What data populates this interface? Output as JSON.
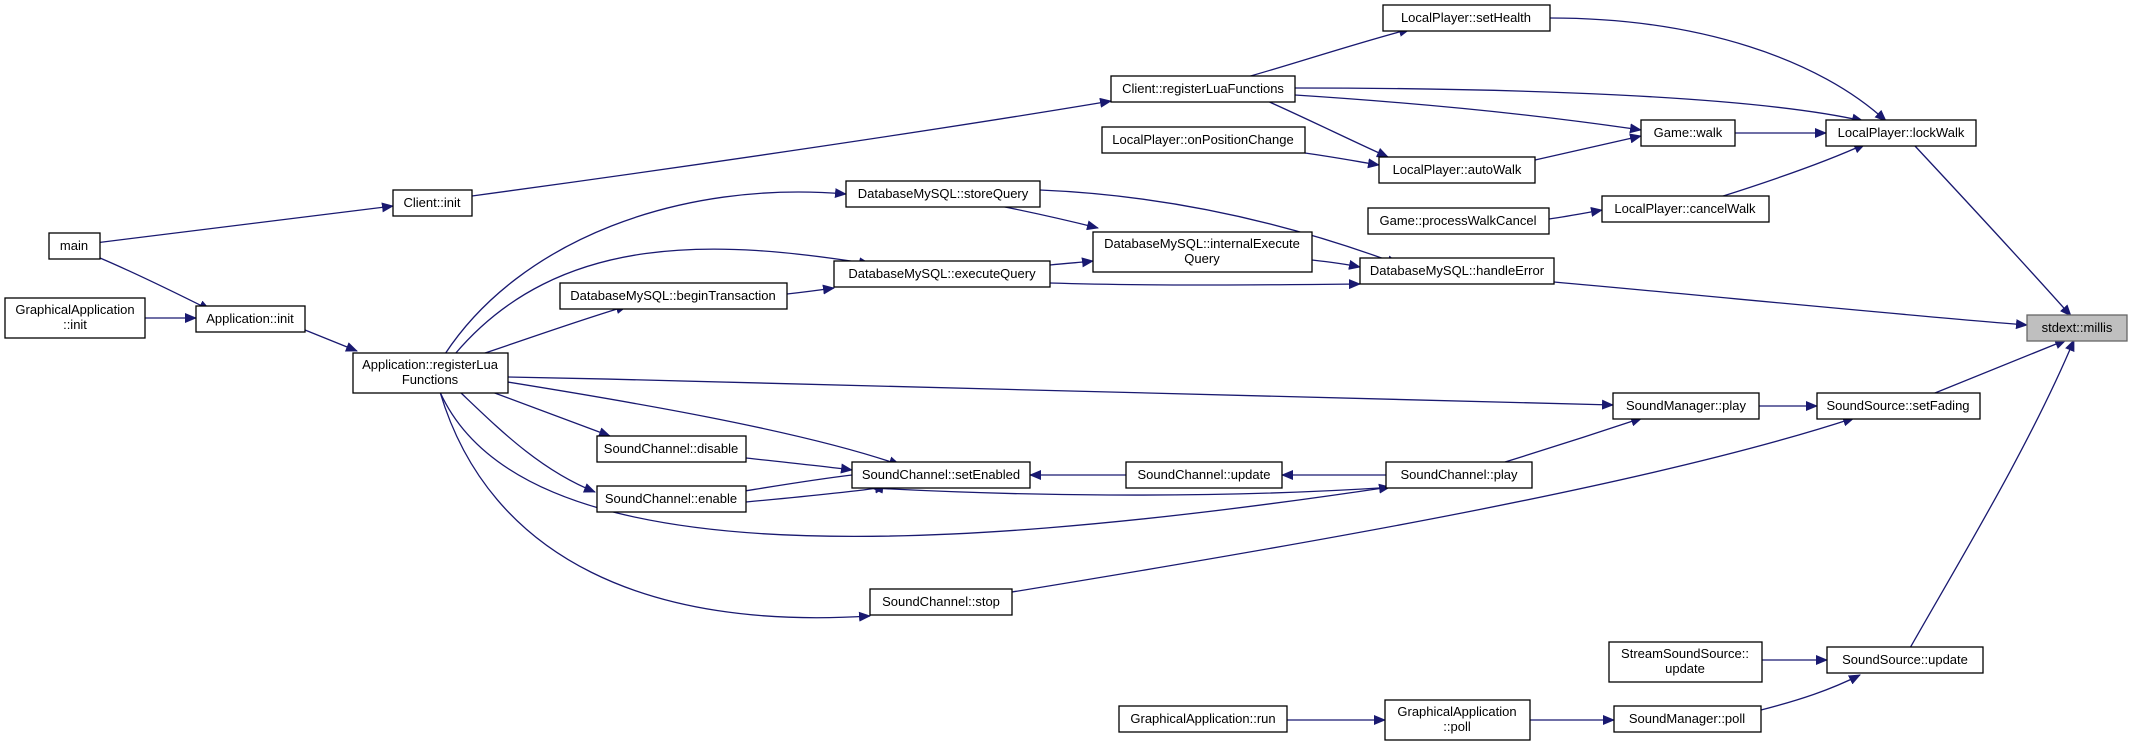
{
  "diagram": {
    "kind": "caller-graph",
    "colors": {
      "edge": "#191970",
      "node_border": "#000000",
      "node_fill": "#ffffff",
      "target_fill": "#bfbfbf",
      "target_border": "#666666"
    },
    "target": "stdext::millis",
    "nodes": [
      {
        "id": "localplayer_sethealth",
        "lines": [
          "LocalPlayer::setHealth"
        ]
      },
      {
        "id": "client_registerlua",
        "lines": [
          "Client::registerLuaFunctions"
        ]
      },
      {
        "id": "localplayer_onposchange",
        "lines": [
          "LocalPlayer::onPositionChange"
        ]
      },
      {
        "id": "game_walk",
        "lines": [
          "Game::walk"
        ]
      },
      {
        "id": "localplayer_lockwalk",
        "lines": [
          "LocalPlayer::lockWalk"
        ]
      },
      {
        "id": "localplayer_autowalk",
        "lines": [
          "LocalPlayer::autoWalk"
        ]
      },
      {
        "id": "client_init",
        "lines": [
          "Client::init"
        ]
      },
      {
        "id": "dbmysql_storequery",
        "lines": [
          "DatabaseMySQL::storeQuery"
        ]
      },
      {
        "id": "game_processwalkcancel",
        "lines": [
          "Game::processWalkCancel"
        ]
      },
      {
        "id": "localplayer_cancelwalk",
        "lines": [
          "LocalPlayer::cancelWalk"
        ]
      },
      {
        "id": "main",
        "lines": [
          "main"
        ]
      },
      {
        "id": "dbmysql_internalexec",
        "lines": [
          "DatabaseMySQL::internalExecute",
          "Query"
        ]
      },
      {
        "id": "dbmysql_handleerror",
        "lines": [
          "DatabaseMySQL::handleError"
        ]
      },
      {
        "id": "dbmysql_executequery",
        "lines": [
          "DatabaseMySQL::executeQuery"
        ]
      },
      {
        "id": "dbmysql_begintransaction",
        "lines": [
          "DatabaseMySQL::beginTransaction"
        ]
      },
      {
        "id": "graphicalapp_init",
        "lines": [
          "GraphicalApplication",
          "::init"
        ]
      },
      {
        "id": "application_init",
        "lines": [
          "Application::init"
        ]
      },
      {
        "id": "stdext_millis",
        "lines": [
          "stdext::millis"
        ]
      },
      {
        "id": "application_registerlua",
        "lines": [
          "Application::registerLua",
          "Functions"
        ]
      },
      {
        "id": "soundmanager_play",
        "lines": [
          "SoundManager::play"
        ]
      },
      {
        "id": "soundsource_setfading",
        "lines": [
          "SoundSource::setFading"
        ]
      },
      {
        "id": "soundchannel_disable",
        "lines": [
          "SoundChannel::disable"
        ]
      },
      {
        "id": "soundchannel_setenabled",
        "lines": [
          "SoundChannel::setEnabled"
        ]
      },
      {
        "id": "soundchannel_update",
        "lines": [
          "SoundChannel::update"
        ]
      },
      {
        "id": "soundchannel_play",
        "lines": [
          "SoundChannel::play"
        ]
      },
      {
        "id": "soundchannel_enable",
        "lines": [
          "SoundChannel::enable"
        ]
      },
      {
        "id": "soundchannel_stop",
        "lines": [
          "SoundChannel::stop"
        ]
      },
      {
        "id": "streamsoundsource_update",
        "lines": [
          "StreamSoundSource::",
          "update"
        ]
      },
      {
        "id": "soundsource_update",
        "lines": [
          "SoundSource::update"
        ]
      },
      {
        "id": "graphicalapp_run",
        "lines": [
          "GraphicalApplication::run"
        ]
      },
      {
        "id": "graphicalapp_poll",
        "lines": [
          "GraphicalApplication",
          "::poll"
        ]
      },
      {
        "id": "soundmanager_poll",
        "lines": [
          "SoundManager::poll"
        ]
      }
    ],
    "edges": [
      {
        "from": "client_registerlua",
        "to": "localplayer_sethealth"
      },
      {
        "from": "localplayer_sethealth",
        "to": "localplayer_lockwalk"
      },
      {
        "from": "client_registerlua",
        "to": "localplayer_lockwalk"
      },
      {
        "from": "client_registerlua",
        "to": "game_walk"
      },
      {
        "from": "client_registerlua",
        "to": "localplayer_autowalk"
      },
      {
        "from": "localplayer_onposchange",
        "to": "localplayer_autowalk"
      },
      {
        "from": "localplayer_autowalk",
        "to": "game_walk"
      },
      {
        "from": "game_walk",
        "to": "localplayer_lockwalk"
      },
      {
        "from": "localplayer_cancelwalk",
        "to": "localplayer_lockwalk"
      },
      {
        "from": "game_processwalkcancel",
        "to": "localplayer_cancelwalk"
      },
      {
        "from": "localplayer_lockwalk",
        "to": "stdext_millis"
      },
      {
        "from": "client_init",
        "to": "client_registerlua"
      },
      {
        "from": "main",
        "to": "client_init"
      },
      {
        "from": "main",
        "to": "application_init"
      },
      {
        "from": "graphicalapp_init",
        "to": "application_init"
      },
      {
        "from": "application_init",
        "to": "application_registerlua"
      },
      {
        "from": "application_registerlua",
        "to": "dbmysql_storequery"
      },
      {
        "from": "application_registerlua",
        "to": "dbmysql_executequery"
      },
      {
        "from": "application_registerlua",
        "to": "dbmysql_begintransaction"
      },
      {
        "from": "dbmysql_begintransaction",
        "to": "dbmysql_executequery"
      },
      {
        "from": "dbmysql_storequery",
        "to": "dbmysql_internalexec"
      },
      {
        "from": "dbmysql_executequery",
        "to": "dbmysql_internalexec"
      },
      {
        "from": "dbmysql_storequery",
        "to": "dbmysql_handleerror"
      },
      {
        "from": "dbmysql_internalexec",
        "to": "dbmysql_handleerror"
      },
      {
        "from": "dbmysql_executequery",
        "to": "dbmysql_handleerror"
      },
      {
        "from": "dbmysql_handleerror",
        "to": "stdext_millis"
      },
      {
        "from": "application_registerlua",
        "to": "soundmanager_play"
      },
      {
        "from": "soundmanager_play",
        "to": "soundsource_setfading"
      },
      {
        "from": "soundsource_setfading",
        "to": "stdext_millis"
      },
      {
        "from": "application_registerlua",
        "to": "soundchannel_disable"
      },
      {
        "from": "application_registerlua",
        "to": "soundchannel_setenabled"
      },
      {
        "from": "application_registerlua",
        "to": "soundchannel_enable"
      },
      {
        "from": "soundchannel_disable",
        "to": "soundchannel_setenabled"
      },
      {
        "from": "soundchannel_enable",
        "to": "soundchannel_setenabled"
      },
      {
        "from": "soundchannel_setenabled",
        "to": "soundchannel_enable"
      },
      {
        "from": "soundchannel_update",
        "to": "soundchannel_setenabled"
      },
      {
        "from": "soundchannel_play",
        "to": "soundchannel_update"
      },
      {
        "from": "soundchannel_play",
        "to": "soundmanager_play"
      },
      {
        "from": "soundchannel_play",
        "to": "soundchannel_setenabled"
      },
      {
        "from": "application_registerlua",
        "to": "soundchannel_play"
      },
      {
        "from": "application_registerlua",
        "to": "soundchannel_stop"
      },
      {
        "from": "soundchannel_stop",
        "to": "soundsource_setfading"
      },
      {
        "from": "streamsoundsource_update",
        "to": "soundsource_update"
      },
      {
        "from": "soundsource_update",
        "to": "stdext_millis"
      },
      {
        "from": "graphicalapp_run",
        "to": "graphicalapp_poll"
      },
      {
        "from": "graphicalapp_poll",
        "to": "soundmanager_poll"
      },
      {
        "from": "soundmanager_poll",
        "to": "soundsource_update"
      }
    ]
  }
}
